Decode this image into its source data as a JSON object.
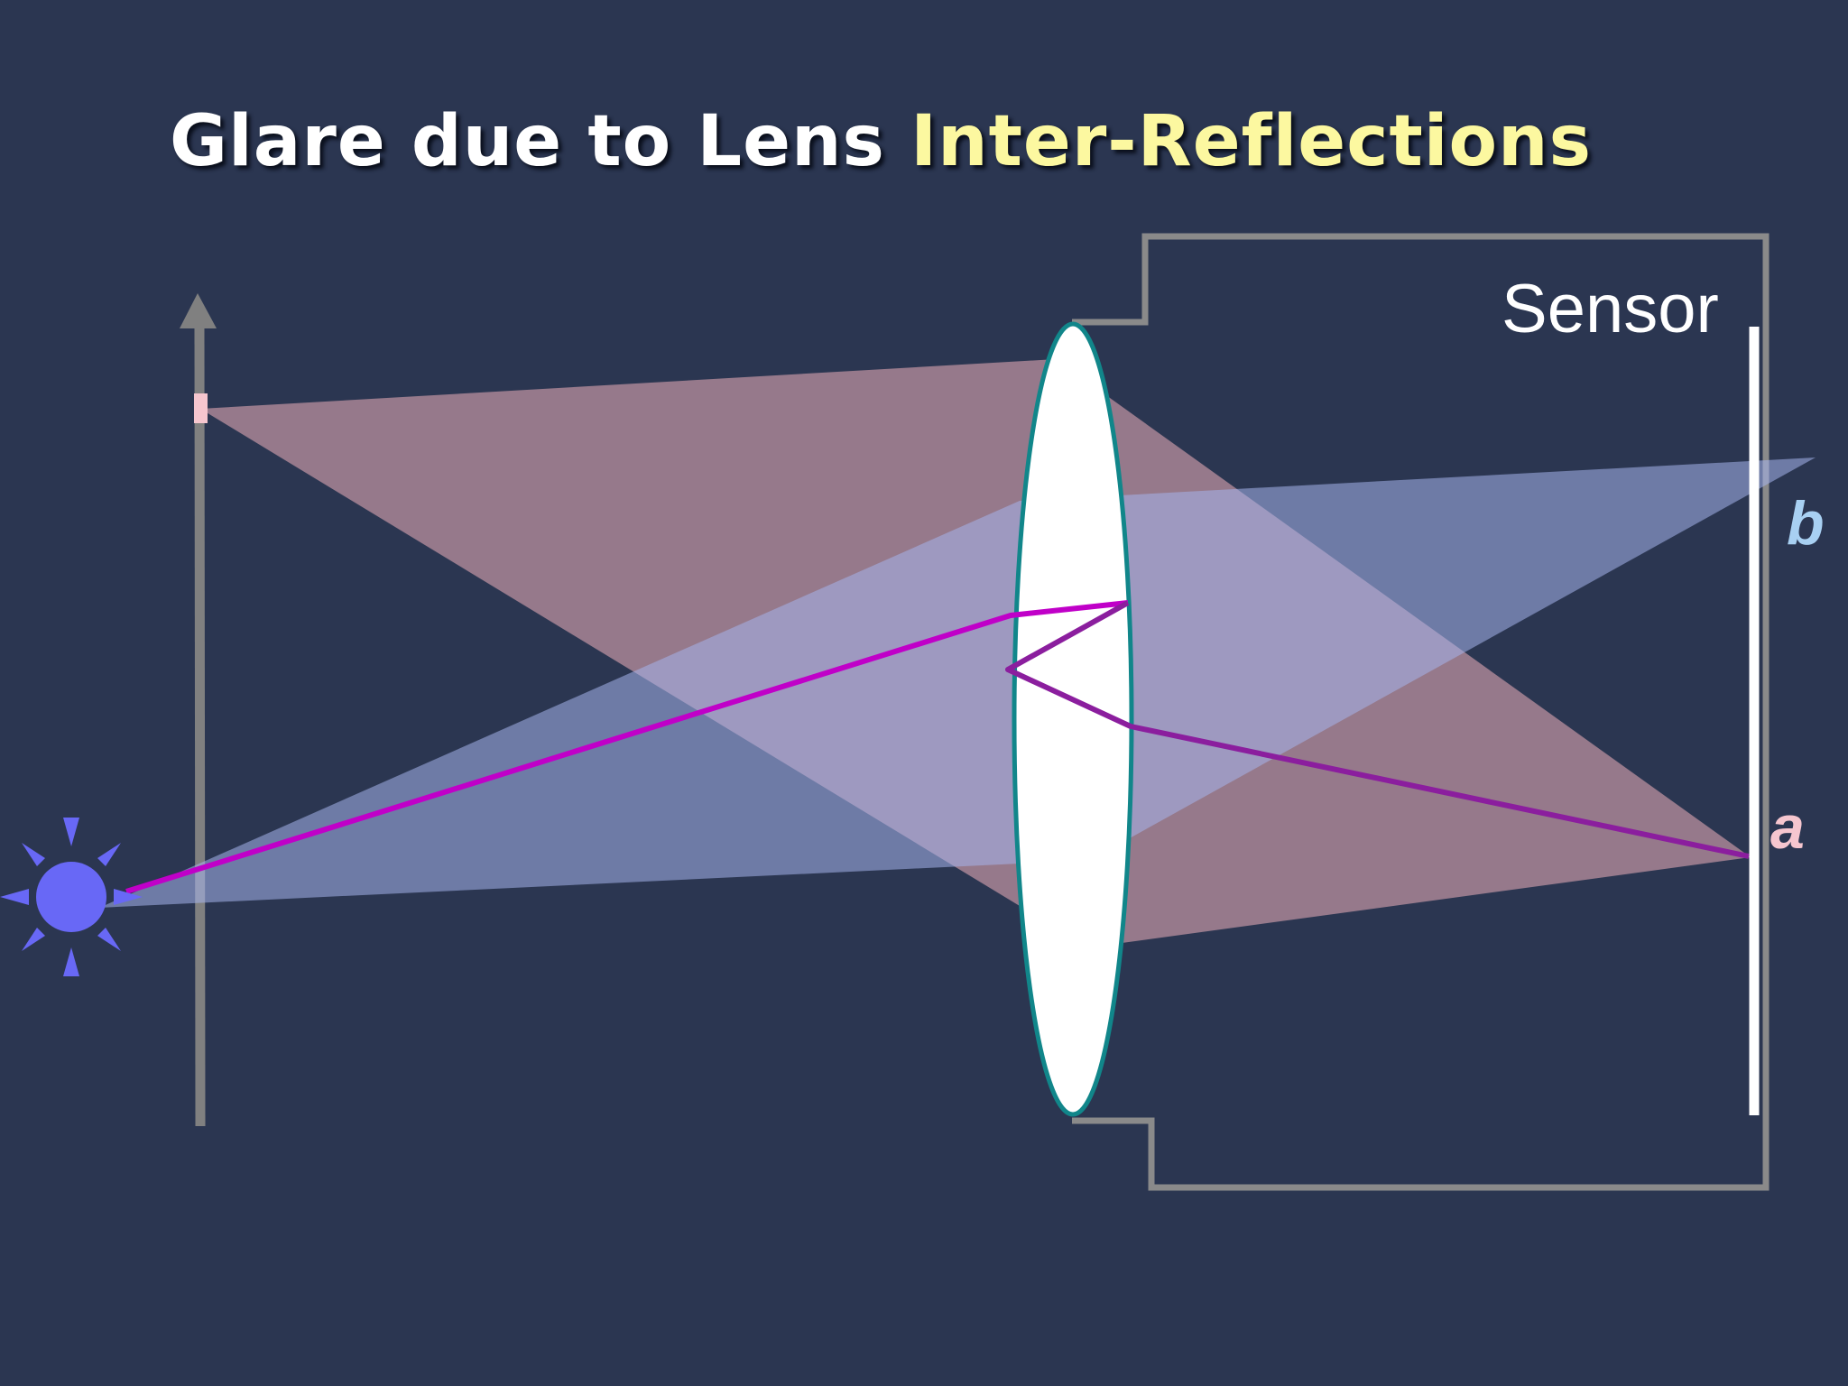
{
  "title": {
    "part1": "Glare due to Lens ",
    "part2": "Inter-Reflections"
  },
  "labels": {
    "sensor": "Sensor",
    "a": "a",
    "b": "b"
  },
  "colors": {
    "background": "#2b3651",
    "title_text": "#ffffff",
    "title_highlight": "#fcf8a0",
    "object_cone": "#d9a3af",
    "source_cone": "#a6b4ec",
    "light_source": "#6868f6",
    "reflected_ray": "#c000c8",
    "inner_ray": "#8b1e9e",
    "lens_fill": "#ffffff",
    "lens_stroke": "#11868a",
    "camera_body": "#8a8a8a",
    "sensor_plane": "#ffffff",
    "label_a": "#f6c6cf",
    "label_b": "#a8d0f2"
  },
  "icons": {
    "light_source": "sun-icon",
    "scene_axis": "up-arrow-icon"
  }
}
